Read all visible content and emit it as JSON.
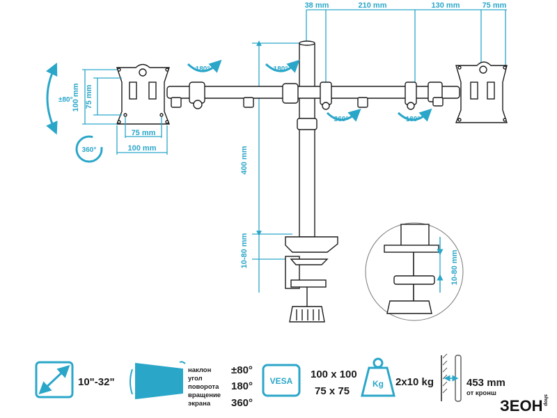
{
  "dims_top": [
    "38 mm",
    "210 mm",
    "130 mm",
    "75 mm"
  ],
  "dims_side": [
    "400 mm",
    "10-80 mm",
    "10-80 mm"
  ],
  "vesa_dims": {
    "height_outer": "100 mm",
    "height_inner": "75 mm",
    "width_inner": "75 mm",
    "width_outer": "100 mm"
  },
  "angles": {
    "tilt": "±80°",
    "swivel_a": "180°",
    "swivel_b": "180°",
    "swivel_c": "180°",
    "rotate_a": "360°",
    "rotate_b": "360°"
  },
  "specs": {
    "screen_size": "10\"-32\"",
    "labels": [
      "наклон",
      "угол",
      "поворота",
      "вращение",
      "экрана"
    ],
    "tilt": "±80°",
    "swivel": "180°",
    "rotation": "360°",
    "vesa_badge": "VESA",
    "vesa_1": "100 x 100",
    "vesa_2": "75 x 75",
    "weight_badge": "Kg",
    "weight": "2x10 kg",
    "desk_thickness": "453 mm",
    "desk_sub": "от кронш"
  },
  "brand": {
    "logo": "ЗЕОН",
    "small": "shop"
  },
  "colors": {
    "accent": "#2aa6c9",
    "line": "#1a1a1a"
  }
}
